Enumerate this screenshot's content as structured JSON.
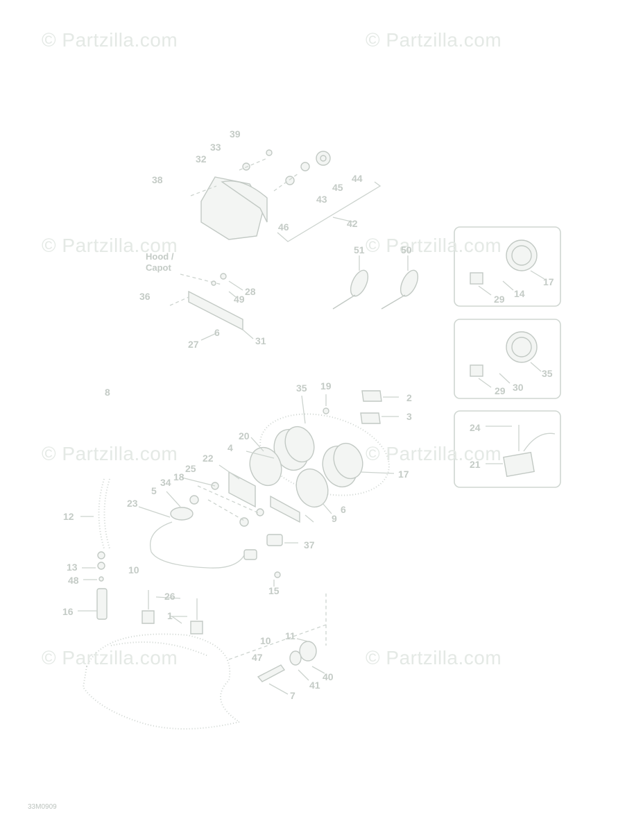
{
  "watermarks": [
    "© Partzilla.com",
    "© Partzilla.com",
    "© Partzilla.com",
    "© Partzilla.com",
    "© Partzilla.com",
    "© Partzilla.com",
    "© Partzilla.com",
    "© Partzilla.com"
  ],
  "hood_label": {
    "line1": "Hood /",
    "line2": "Capot"
  },
  "drawing_code": "33M0909",
  "callouts": [
    "39",
    "33",
    "32",
    "38",
    "44",
    "45",
    "43",
    "42",
    "46",
    "51",
    "50",
    "28",
    "49",
    "36",
    "31",
    "27",
    "6",
    "17",
    "29",
    "14",
    "35",
    "30",
    "29",
    "8",
    "19",
    "35",
    "2",
    "3",
    "20",
    "4",
    "22",
    "25",
    "18",
    "34",
    "5",
    "23",
    "17",
    "6",
    "9",
    "37",
    "12",
    "13",
    "48",
    "10",
    "15",
    "16",
    "26",
    "1",
    "24",
    "21",
    "11",
    "10",
    "47",
    "40",
    "41",
    "7"
  ],
  "colors": {
    "line": "#ccd3ce",
    "label": "#c4cbc6",
    "watermark": "#e4e9e5"
  }
}
